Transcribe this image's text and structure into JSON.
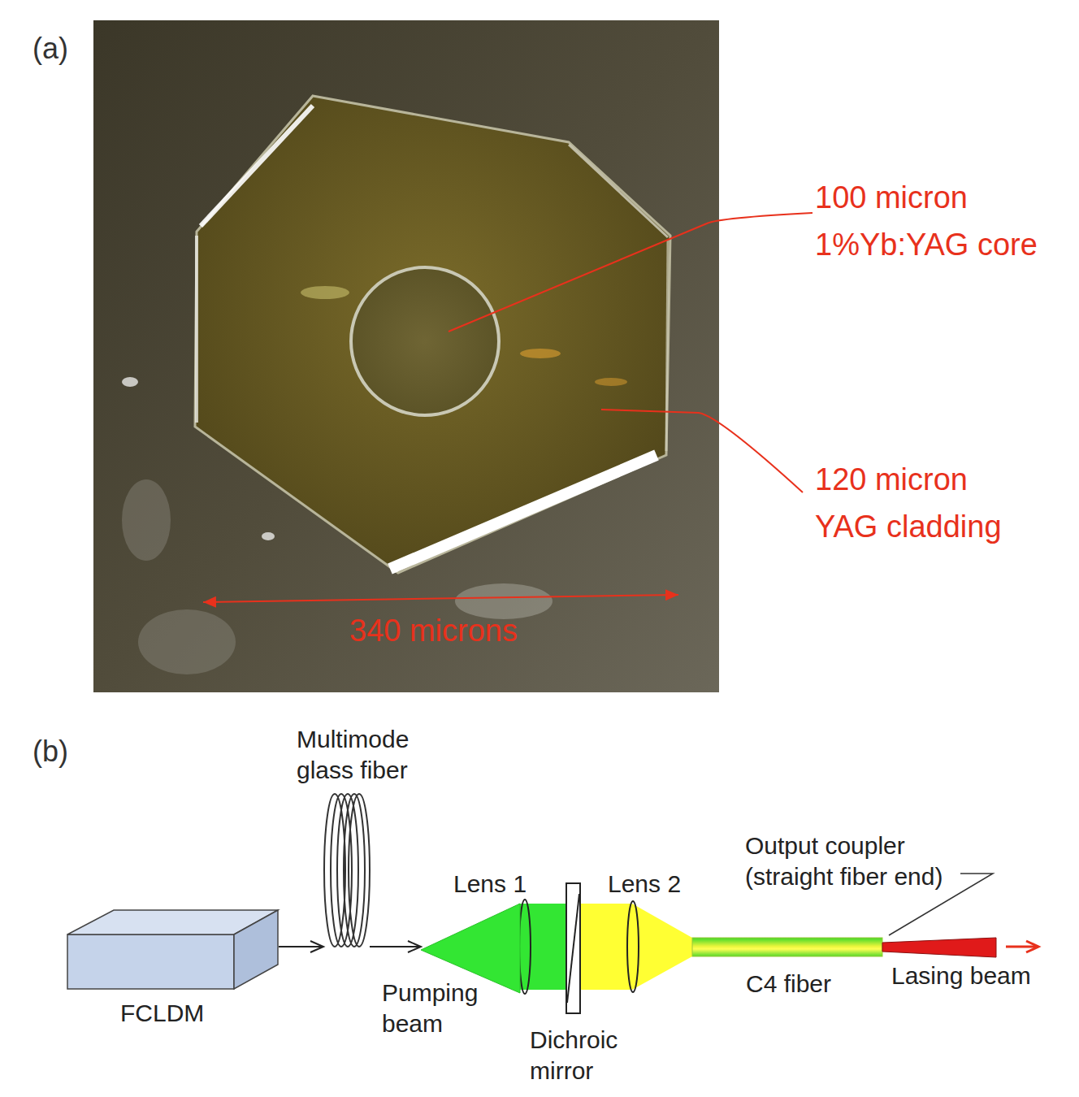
{
  "diagram": {
    "nodes": [
      {
        "text": [
          "FCLDM"
        ]
      },
      {
        "text": [
          "Multimode glass fiber"
        ]
      },
      {
        "text": [
          "Pumping beam"
        ]
      }
    ],
    "edges": [
      {
        "from": 0,
        "to": 1,
        "arrow": "to"
      },
      {
        "from": 1,
        "to": 2,
        "arrow": "to"
      }
    ],
    "labels": [
      "(a)",
      "100 micron 1%Yb:YAG core",
      "120 micron YAG cladding",
      "340 microns",
      "(b)",
      "Lens 1",
      "Lens 2",
      "Dichroic mirror",
      "C4 fiber",
      "Output coupler (straight fiber end)",
      "Lasing beam"
    ]
  }
}
